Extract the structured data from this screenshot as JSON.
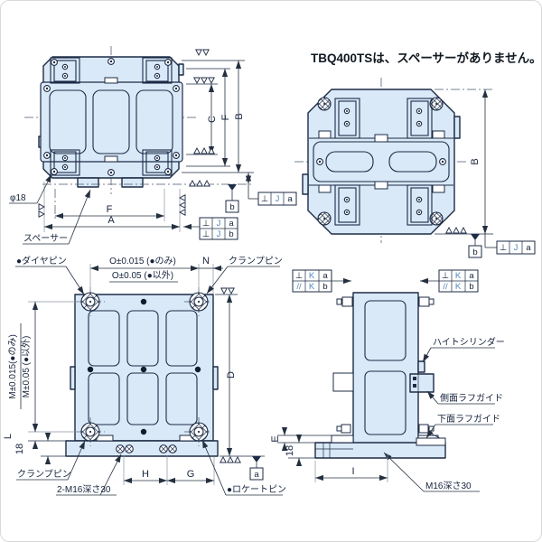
{
  "note": "TBQ400TSは、スペーサーがありません。",
  "letters": {
    "A": "A",
    "B": "B",
    "C": "C",
    "D": "D",
    "E": "E",
    "F": "F",
    "G": "G",
    "H": "H",
    "I": "I",
    "L": "L",
    "N": "N",
    "n18": "18"
  },
  "labels": {
    "dia18": "φ18",
    "spacer": "スペーサー",
    "dia_pin": "●ダイヤピン",
    "clamp_pin": "クランプピン",
    "locate_pin": "●ロケートピン",
    "m16_two": "2-M16深さ30",
    "m16": "M16深さ30",
    "height_cylinder": "ハイトシリンダー",
    "side_guide": "側面ラフガイド",
    "bottom_guide": "下面ラフガイド"
  },
  "tolerances": {
    "o_fine": "O±0.015 (●のみ)",
    "o_coarse": "O±0.05 (●以外)",
    "m_fine": "M±0.015(●のみ)",
    "m_coarse": "M±0.05 (●以外)"
  },
  "fcf": {
    "perp": "⊥",
    "para": "//",
    "j": "J",
    "k": "K",
    "a": "a",
    "b": "b"
  },
  "colors": {
    "body_fill": "#d9e9f8",
    "line": "#1d2b45",
    "accent": "#4c86c0"
  }
}
